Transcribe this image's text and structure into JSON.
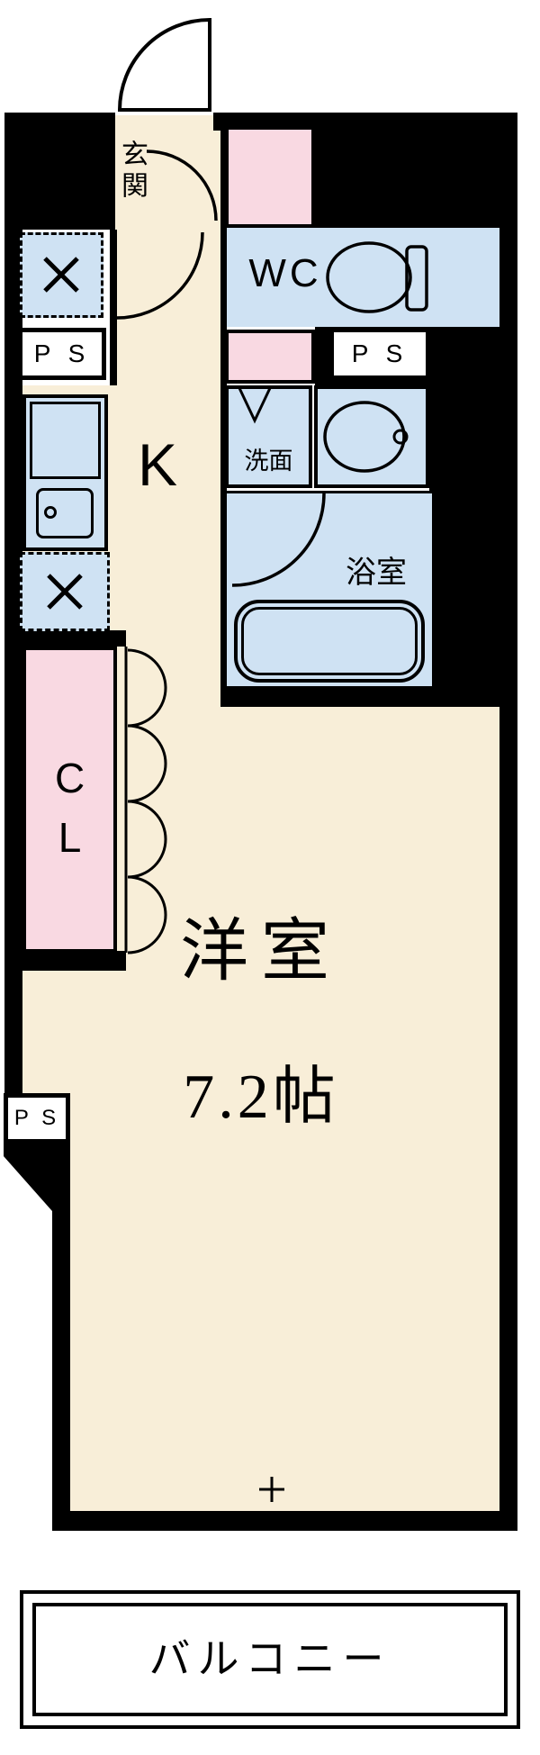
{
  "title": "1K apartment floor plan",
  "colors": {
    "wall": "#000000",
    "floor": "#f8eed8",
    "wet_area": "#cfe2f3",
    "closet": "#f9d9e2",
    "background": "#ffffff"
  },
  "labels": {
    "entrance": "玄関",
    "wc": "WC",
    "pipe_space": "P S",
    "kitchen": "K",
    "washroom": "洗面",
    "bathroom": "浴室",
    "closet": "CL",
    "main_room": "洋室",
    "main_room_size": "7.2帖",
    "balcony": "バルコニー"
  },
  "icons": {
    "entry_door_arc": "quarter-circle door swing",
    "toilet": "ellipse bowl with tank",
    "vanity_sink": "oval basin with faucet dot",
    "bathtub": "rounded rectangle tub",
    "vent_fan": "dashed square with X",
    "kitchen_sink": "counter with basin and faucet",
    "closet_doors": "folding door arcs",
    "center_mark": "plus mark"
  }
}
